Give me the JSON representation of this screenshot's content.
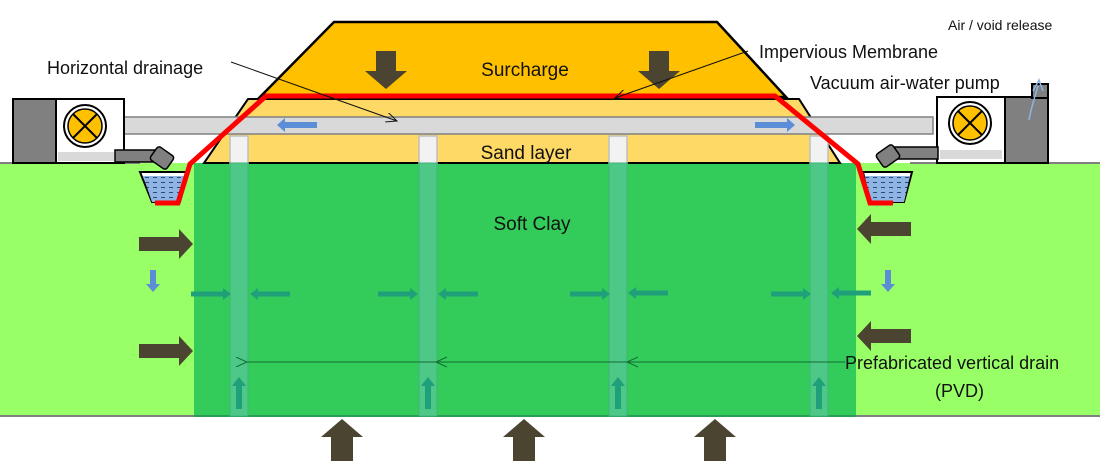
{
  "labels": {
    "surcharge": "Surcharge",
    "sand_layer": "Sand layer",
    "soft_clay": "Soft Clay",
    "horizontal_drainage": "Horizontal drainage",
    "impervious_membrane": "Impervious Membrane",
    "vacuum_pump": "Vacuum air-water pump",
    "air_release": "Air / void release",
    "pvd_line1": "Prefabricated vertical drain",
    "pvd_line2": "(PVD)"
  },
  "colors": {
    "surcharge": "#FFC000",
    "sand": "#FFD966",
    "soft_clay": "#33CC5A",
    "ground": "#99FF66",
    "membrane": "#FF0000",
    "pipe": "#D9D9D9",
    "pvd": "#4DC887",
    "pressure_arrow": "#4B4430",
    "flow_arrow_blue": "#5B8ED6",
    "flow_arrow_teal": "#1FA07A",
    "pump_fan": "#FFC000",
    "pump_body": "#808080",
    "water": "#8DB4E2",
    "soft_clay_text": "#1E7A40"
  },
  "components": {
    "pvd_count": 4,
    "pumps": [
      "left",
      "right"
    ]
  }
}
